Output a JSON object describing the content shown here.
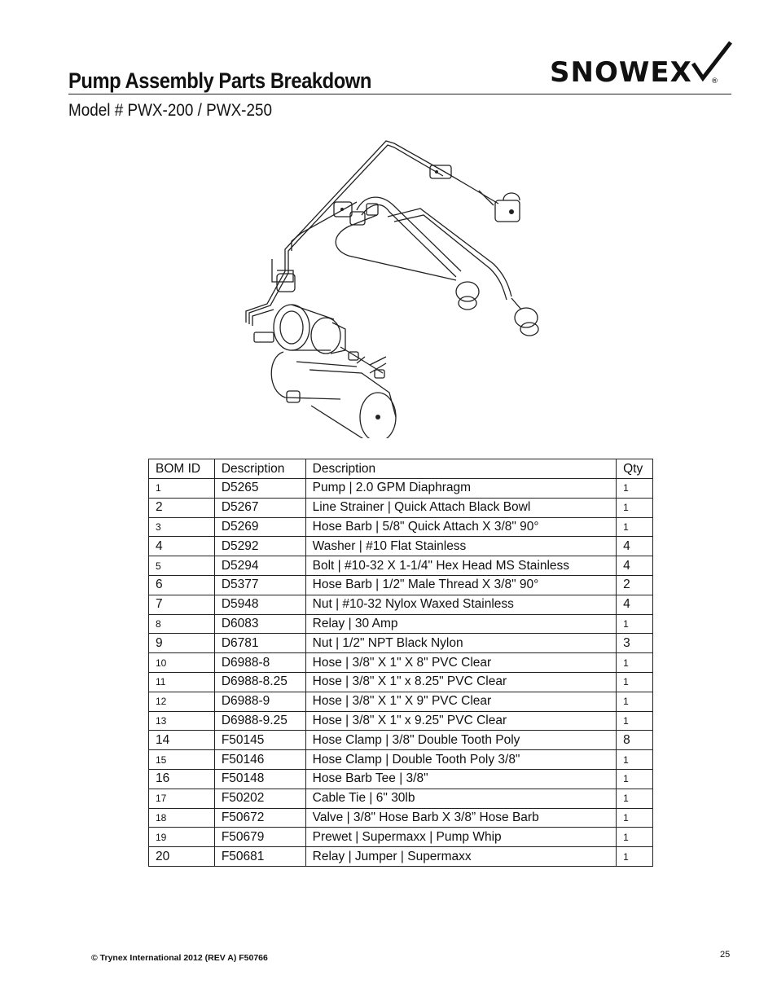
{
  "header": {
    "title": "Pump Assembly Parts Breakdown",
    "model": "Model # PWX-200 / PWX-250",
    "logo_text": "SNOWEX",
    "logo_mark": "®"
  },
  "table": {
    "columns": [
      "BOM ID",
      "Description",
      "Description",
      "Qty"
    ],
    "rows": [
      [
        "1",
        "D5265",
        "Pump | 2.0 GPM Diaphragm",
        "1"
      ],
      [
        "2",
        "D5267",
        "Line Strainer | Quick Attach Black Bowl",
        "1"
      ],
      [
        "3",
        "D5269",
        "Hose Barb | 5/8\" Quick Attach X 3/8\" 90°",
        "1"
      ],
      [
        "4",
        "D5292",
        "Washer | #10 Flat Stainless",
        "4"
      ],
      [
        "5",
        "D5294",
        "Bolt | #10-32 X 1-1/4\" Hex Head MS Stainless",
        "4"
      ],
      [
        "6",
        "D5377",
        "Hose Barb | 1/2\" Male Thread X 3/8\" 90°",
        "2"
      ],
      [
        "7",
        "D5948",
        "Nut | #10-32 Nylox Waxed Stainless",
        "4"
      ],
      [
        "8",
        "D6083",
        "Relay | 30 Amp",
        "1"
      ],
      [
        "9",
        "D6781",
        "Nut | 1/2\" NPT Black Nylon",
        "3"
      ],
      [
        "10",
        "D6988-8",
        "Hose | 3/8\" X 1\" X 8\" PVC Clear",
        "1"
      ],
      [
        "11",
        "D6988-8.25",
        "Hose | 3/8\" X 1\" x 8.25\" PVC Clear",
        "1"
      ],
      [
        "12",
        "D6988-9",
        "Hose | 3/8\" X 1\" X 9\" PVC Clear",
        "1"
      ],
      [
        "13",
        "D6988-9.25",
        "Hose | 3/8\" X 1\" x 9.25\" PVC Clear",
        "1"
      ],
      [
        "14",
        "F50145",
        "Hose Clamp | 3/8\" Double Tooth Poly",
        "8"
      ],
      [
        "15",
        "F50146",
        "Hose Clamp | Double Tooth Poly 3/8\"",
        "1"
      ],
      [
        "16",
        "F50148",
        "Hose Barb Tee | 3/8\"",
        "1"
      ],
      [
        "17",
        "F50202",
        "Cable Tie | 6\" 30lb",
        "1"
      ],
      [
        "18",
        "F50672",
        "Valve | 3/8\" Hose Barb X 3/8” Hose Barb",
        "1"
      ],
      [
        "19",
        "F50679",
        "Prewet | Supermaxx | Pump Whip",
        "1"
      ],
      [
        "20",
        "F50681",
        "Relay | Jumper | Supermaxx",
        "1"
      ]
    ]
  },
  "footer": {
    "copyright": "© Trynex International 2012  (REV A) F50766",
    "page_number": "25"
  }
}
